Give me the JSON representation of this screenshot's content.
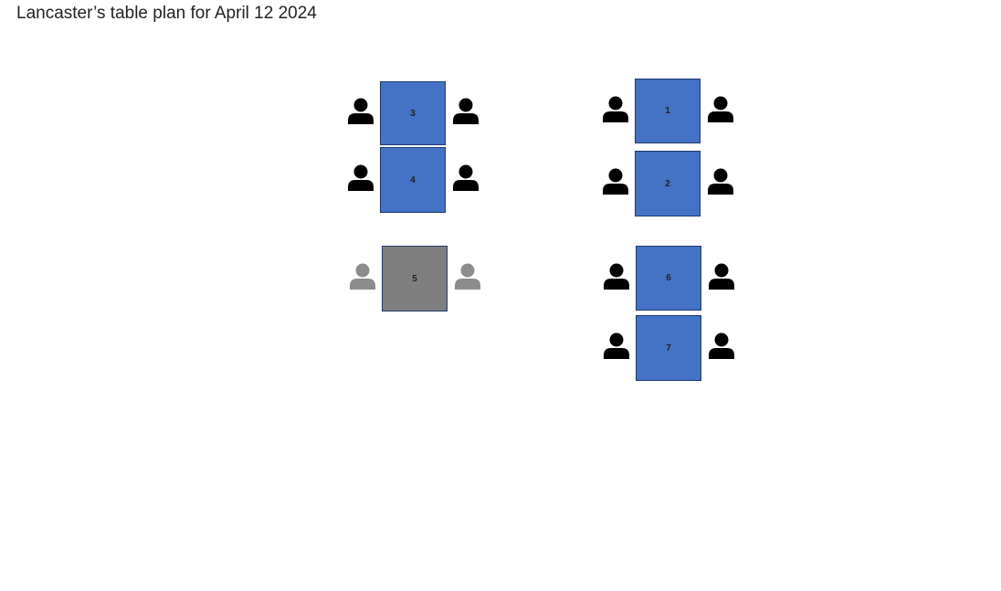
{
  "page": {
    "title": "Lancaster’s table plan for April 12 2024"
  },
  "colors": {
    "available_table": "#4472c4",
    "unavailable_table": "#7f7f7f",
    "available_seat": "#000000",
    "unavailable_seat": "#8c8c8c"
  },
  "tables": [
    {
      "number": "3",
      "status": "available"
    },
    {
      "number": "4",
      "status": "available"
    },
    {
      "number": "5",
      "status": "unavailable"
    },
    {
      "number": "1",
      "status": "available"
    },
    {
      "number": "2",
      "status": "available"
    },
    {
      "number": "6",
      "status": "available"
    },
    {
      "number": "7",
      "status": "available"
    }
  ]
}
